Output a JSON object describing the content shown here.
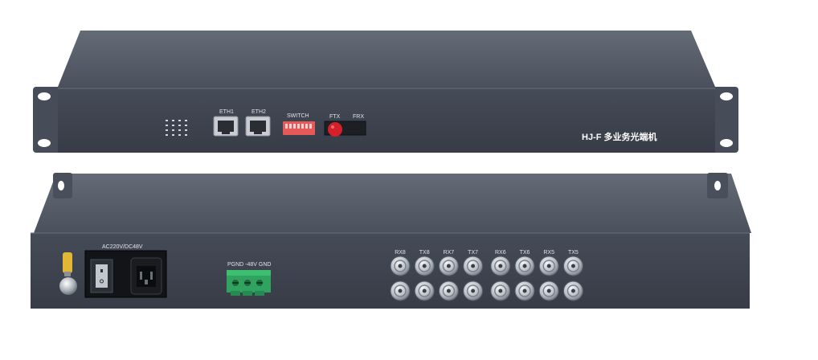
{
  "front_panel": {
    "eth1_label": "ETH1",
    "eth2_label": "ETH2",
    "switch_label": "SWITCH",
    "ftx_label": "FTX",
    "frx_label": "FRX",
    "brand_label": "HJ-F 多业务光端机"
  },
  "rear_panel": {
    "power_label": "AC220V/DC48V",
    "terminal_label": "PGND -48V GND",
    "bnc_top_labels": [
      "RX8",
      "TX8",
      "RX7",
      "TX7",
      "RX6",
      "TX6",
      "RX5",
      "TX5"
    ]
  },
  "colors": {
    "chassis": "#3e4451",
    "chassis_top": "#59606b",
    "ears": "#4a505b",
    "terminal_green": "#2fa35f",
    "dip_red": "#e55a58",
    "fiber_red": "#d3202a",
    "ground_yellow": "#e1b733"
  }
}
